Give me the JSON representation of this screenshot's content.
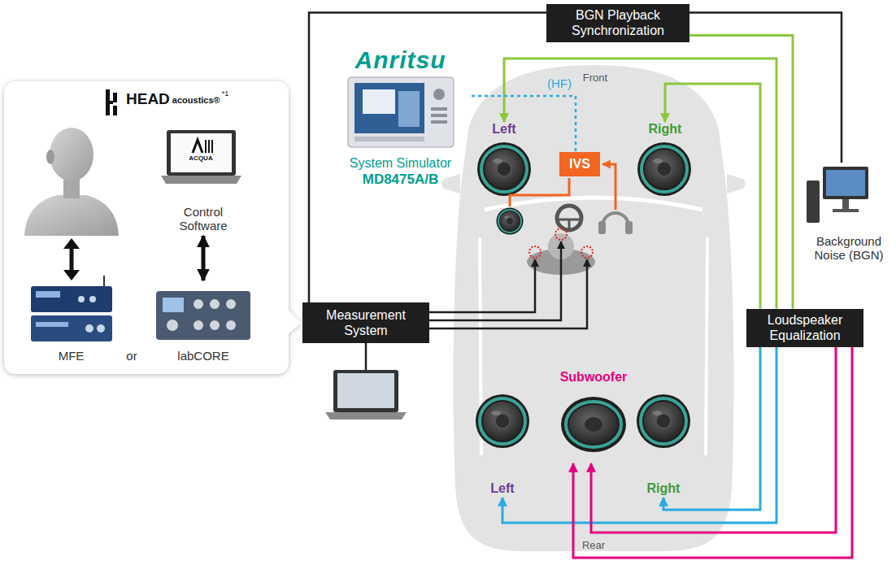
{
  "diagram": {
    "nodes": [
      {
        "text": [
          "HEAD",
          "acoustics®",
          "*1"
        ]
      },
      {
        "text": [
          "Control Software"
        ],
        "in": 0
      },
      {
        "text": [
          "MFE"
        ],
        "in": 0
      },
      {
        "text": [
          "labCORE"
        ],
        "in": 0
      },
      {
        "text": [
          "Anritsu",
          "System Simulator",
          "MD8475A/B"
        ]
      },
      {
        "text": [
          "BGN Playback Synchronization"
        ]
      },
      {
        "text": [
          "Left"
        ]
      },
      {
        "text": [
          "IVS"
        ]
      },
      {
        "text": [
          "Right"
        ]
      },
      {
        "text": [
          "Measurement System"
        ]
      },
      {
        "text": [
          "Background Noise (BGN)"
        ]
      },
      {
        "text": [
          "Loudspeaker Equalization"
        ]
      },
      {
        "text": [
          "Left"
        ]
      },
      {
        "text": [
          "Subwoofer"
        ]
      },
      {
        "text": [
          "Right"
        ]
      }
    ],
    "edges": [
      {
        "from": 1,
        "to": 3,
        "arrow": "both"
      },
      {
        "from": 5,
        "to": 9,
        "arrow": "none"
      },
      {
        "from": 10,
        "to": 5,
        "arrow": "none"
      },
      {
        "from": 5,
        "to": 11,
        "arrow": "none"
      },
      {
        "from": 11,
        "to": 6,
        "arrow": "to"
      },
      {
        "from": 11,
        "to": 8,
        "arrow": "to"
      },
      {
        "from": 11,
        "to": 12,
        "arrow": "to"
      },
      {
        "from": 11,
        "to": 14,
        "arrow": "to"
      },
      {
        "from": 11,
        "to": 13,
        "arrow": "to"
      },
      {
        "from": 11,
        "to": 13,
        "arrow": "to"
      },
      {
        "from": 4,
        "to": 7,
        "label": "(HF)",
        "arrow": "none"
      }
    ],
    "labels": [
      "Front",
      "ACQUA",
      "or",
      "Rear"
    ]
  }
}
